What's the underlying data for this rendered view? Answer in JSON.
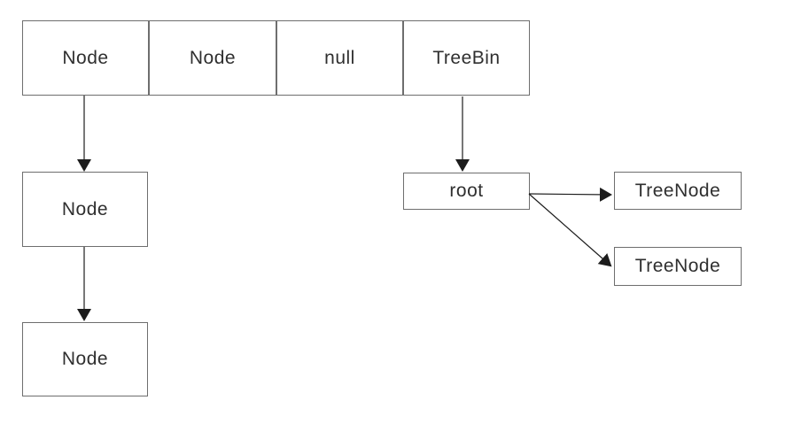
{
  "diagram": {
    "bucket_array": {
      "cells": [
        {
          "id": "cell-0",
          "label": "Node"
        },
        {
          "id": "cell-1",
          "label": "Node"
        },
        {
          "id": "cell-2",
          "label": "null"
        },
        {
          "id": "cell-3",
          "label": "TreeBin"
        }
      ]
    },
    "list_nodes": [
      {
        "id": "list-node-0",
        "label": "Node"
      },
      {
        "id": "list-node-1",
        "label": "Node"
      }
    ],
    "tree": {
      "root": {
        "id": "root",
        "label": "root"
      },
      "children": [
        {
          "id": "tree-node-0",
          "label": "TreeNode"
        },
        {
          "id": "tree-node-1",
          "label": "TreeNode"
        }
      ]
    },
    "edges": [
      {
        "from": "cell-0",
        "to": "list-node-0"
      },
      {
        "from": "list-node-0",
        "to": "list-node-1"
      },
      {
        "from": "cell-3",
        "to": "root"
      },
      {
        "from": "root",
        "to": "tree-node-0"
      },
      {
        "from": "root",
        "to": "tree-node-1"
      }
    ],
    "colors": {
      "border": "#6e6e6e",
      "arrow": "#1c1c1c",
      "text": "#2f2f2f",
      "background": "#ffffff"
    }
  }
}
